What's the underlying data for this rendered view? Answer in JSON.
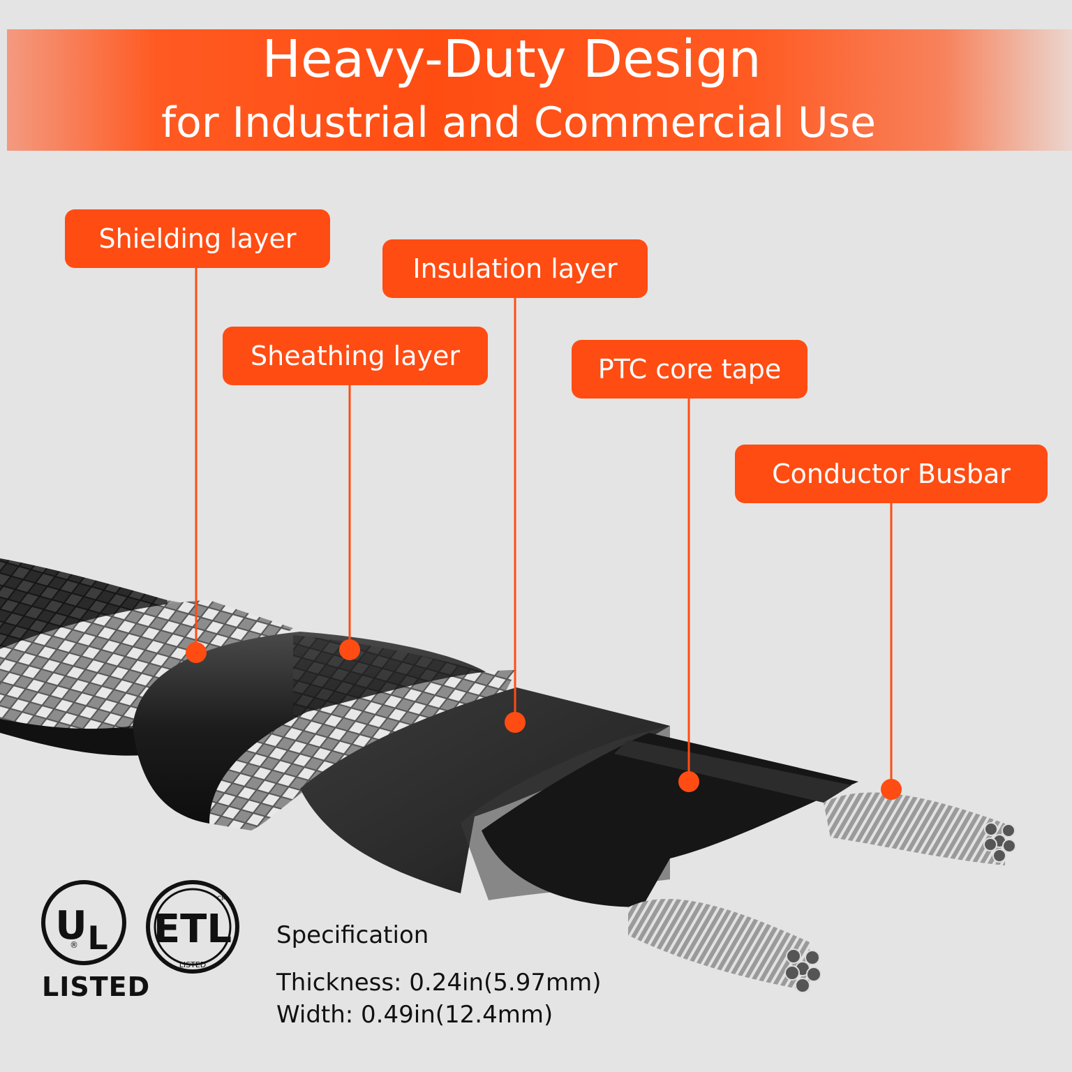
{
  "banner": {
    "title": "Heavy-Duty Design",
    "subtitle": "for Industrial and Commercial Use"
  },
  "callouts": {
    "shielding": "Shielding layer",
    "insulation": "Insulation layer",
    "sheathing": "Sheathing layer",
    "ptc": "PTC core tape",
    "conductor": "Conductor Busbar"
  },
  "certifications": {
    "ul_mark": "UL",
    "ul_listed": "LISTED",
    "etl_mark": "ETL",
    "etl_listed": "LISTED"
  },
  "spec": {
    "title": "Specification",
    "thickness": "Thickness: 0.24in(5.97mm)",
    "width": "Width: 0.49in(12.4mm)"
  },
  "colors": {
    "accent": "#ff4c13",
    "background": "#e4e4e4",
    "text": "#111111"
  }
}
